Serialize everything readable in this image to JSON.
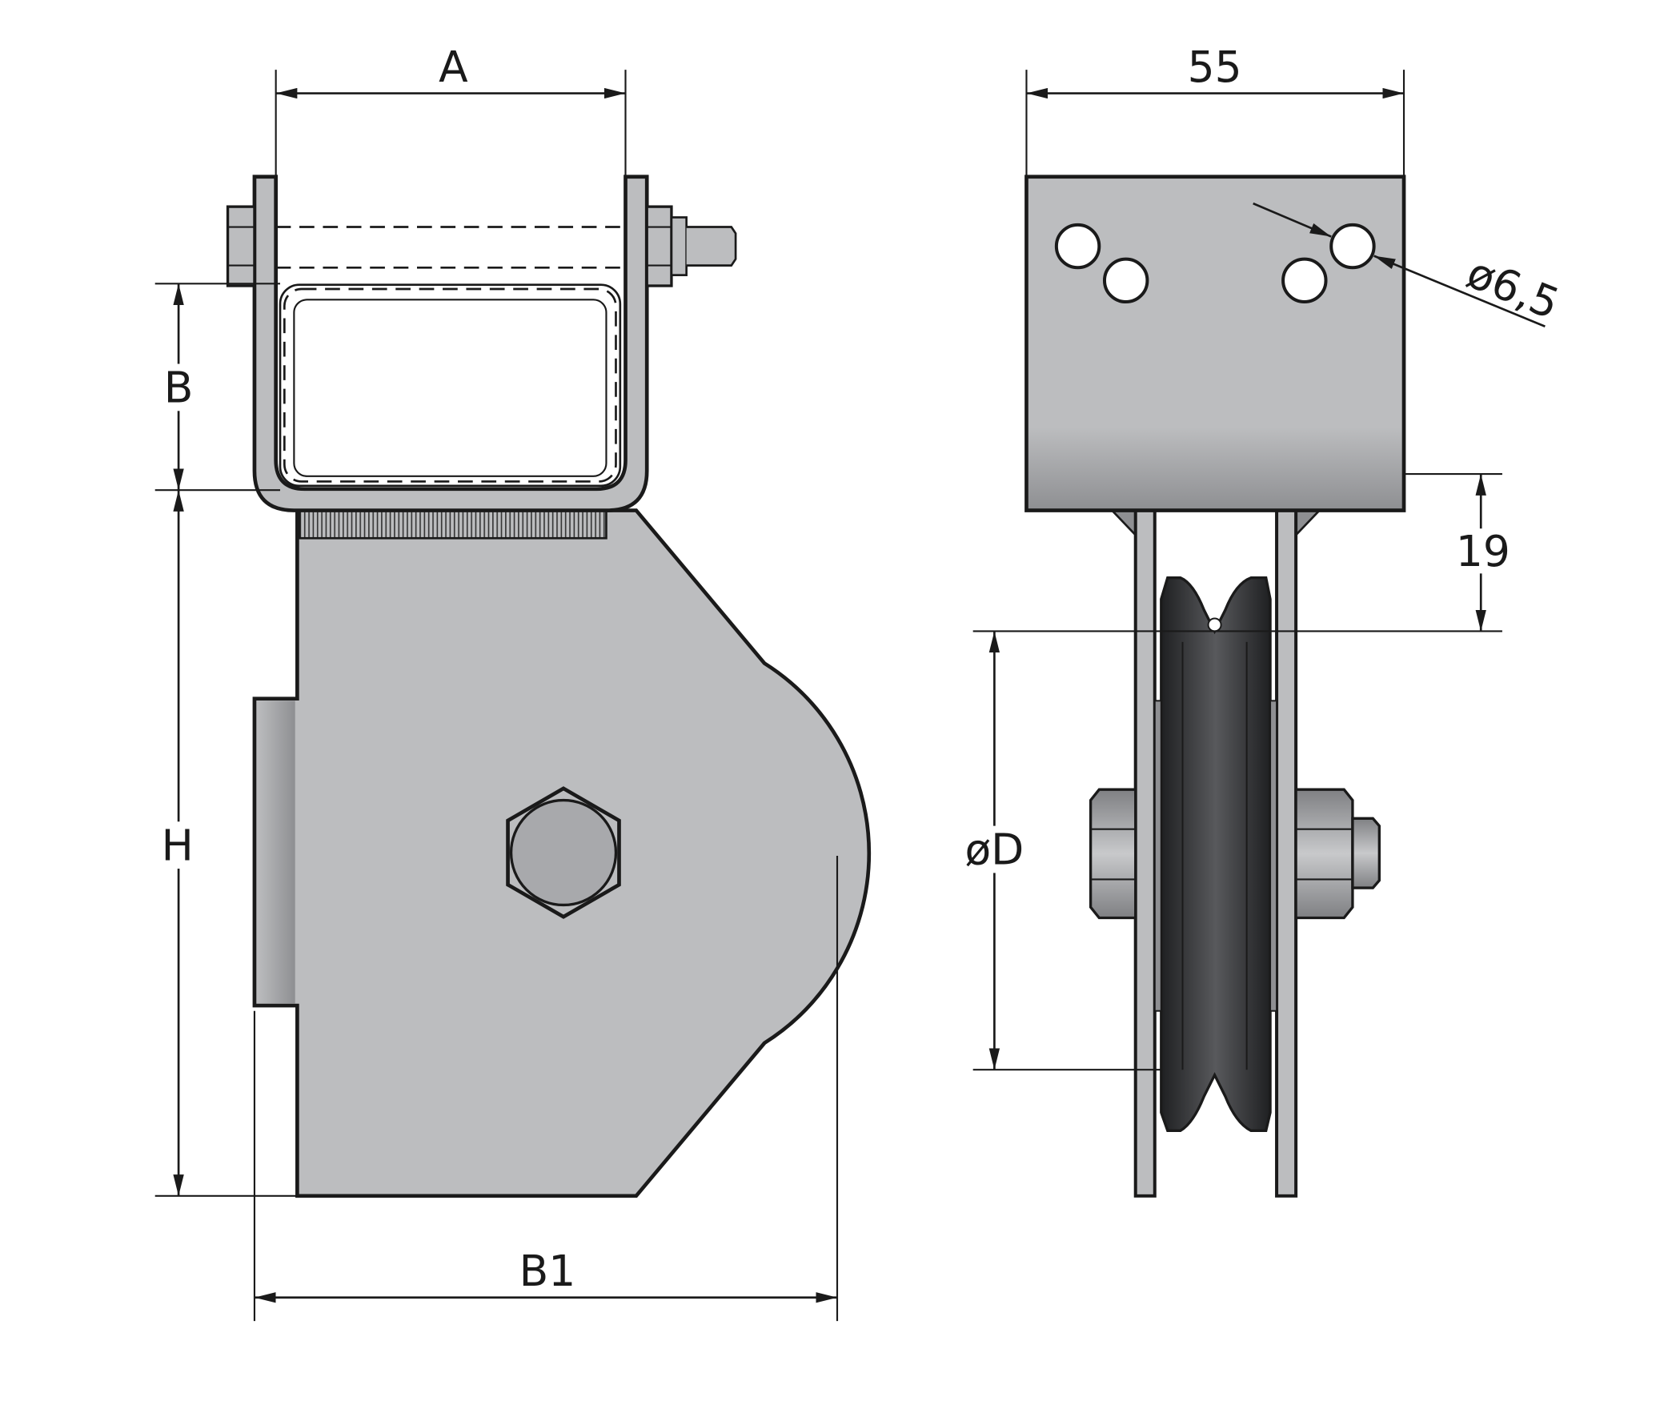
{
  "drawing": {
    "side_view": {
      "dim_width_label": "A",
      "dim_tube_height_label": "B",
      "dim_total_height_label": "H",
      "dim_total_width_label": "B1"
    },
    "front_view": {
      "dim_width_label": "55",
      "dim_hole_label": "ø6,5",
      "dim_offset_label": "19",
      "dim_wheel_label": "øD"
    },
    "colors": {
      "plate": "#bcbdbf",
      "wheel": "#3a3b3d",
      "line": "#1a1a1a"
    }
  }
}
